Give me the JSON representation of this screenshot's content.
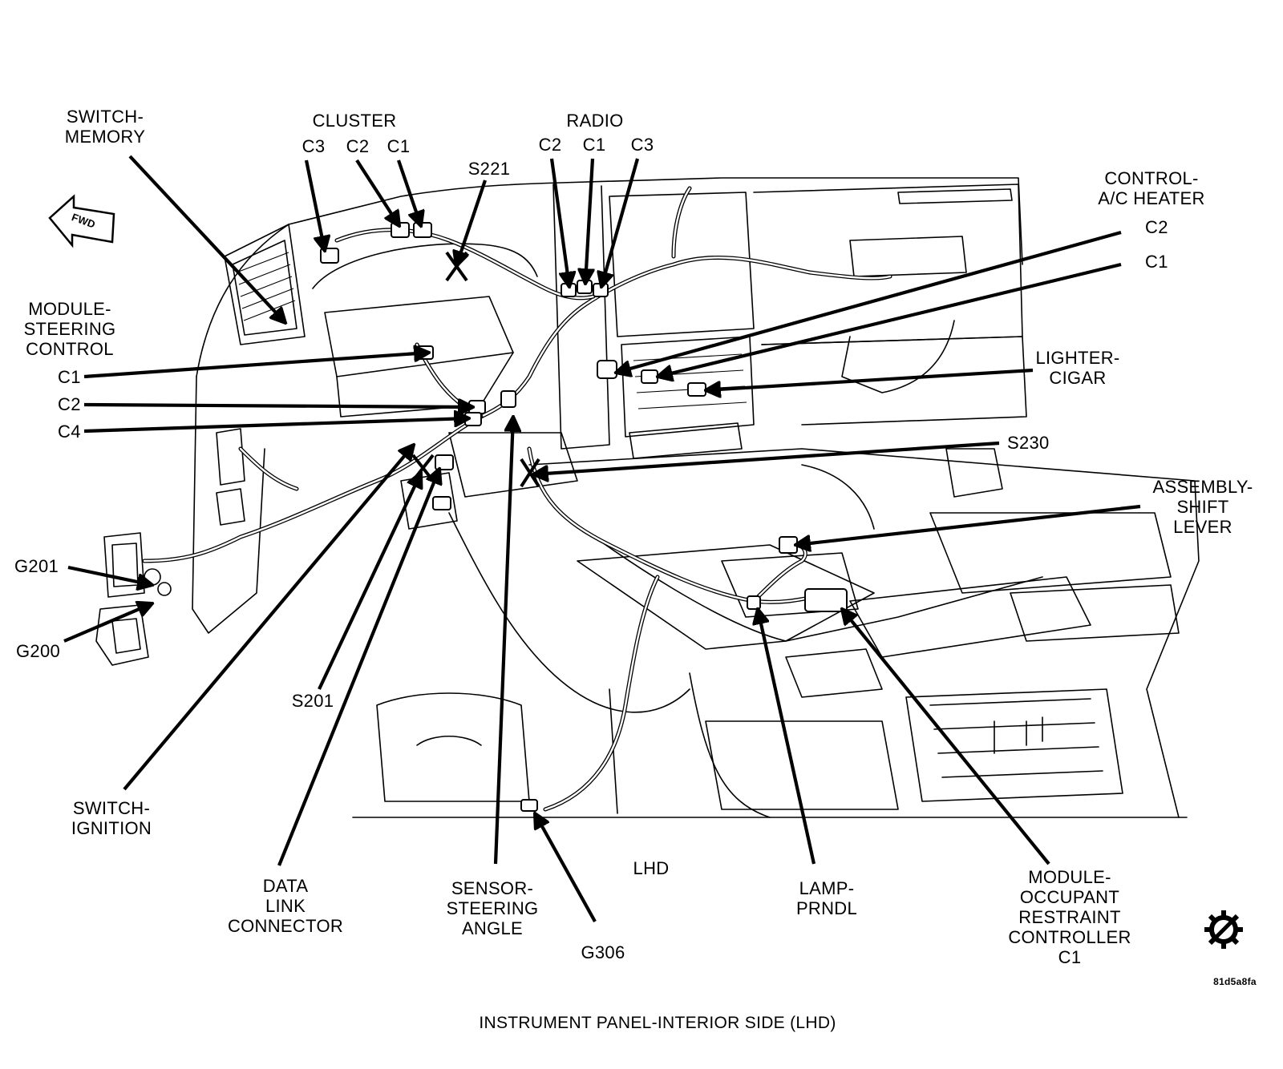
{
  "diagram": {
    "caption": "INSTRUMENT PANEL-INTERIOR SIDE  (LHD)",
    "view_label": "LHD",
    "image_code": "81d5a8fa",
    "fwd_label": "FWD",
    "labels": {
      "switch_memory": [
        "SWITCH-",
        "MEMORY"
      ],
      "cluster": "CLUSTER",
      "cluster_c3": "C3",
      "cluster_c2": "C2",
      "cluster_c1": "C1",
      "s221": "S221",
      "radio": "RADIO",
      "radio_c2": "C2",
      "radio_c1": "C1",
      "radio_c3": "C3",
      "control_ac_heater": [
        "CONTROL-",
        "A/C HEATER"
      ],
      "ac_c2": "C2",
      "ac_c1": "C1",
      "module_steering_control": [
        "MODULE-",
        "STEERING",
        "CONTROL"
      ],
      "msc_c1": "C1",
      "msc_c2": "C2",
      "msc_c4": "C4",
      "lighter_cigar": [
        "LIGHTER-",
        "CIGAR"
      ],
      "s230": "S230",
      "assembly_shift_lever": [
        "ASSEMBLY-",
        "SHIFT",
        "LEVER"
      ],
      "g201": "G201",
      "g200": "G200",
      "s201": "S201",
      "switch_ignition": [
        "SWITCH-",
        "IGNITION"
      ],
      "data_link_connector": [
        "DATA",
        "LINK",
        "CONNECTOR"
      ],
      "sensor_steering_angle": [
        "SENSOR-",
        "STEERING",
        "ANGLE"
      ],
      "g306": "G306",
      "lamp_prndl": [
        "LAMP-",
        "PRNDL"
      ],
      "module_occupant_restraint": [
        "MODULE-",
        "OCCUPANT",
        "RESTRAINT",
        "CONTROLLER",
        "C1"
      ]
    }
  }
}
